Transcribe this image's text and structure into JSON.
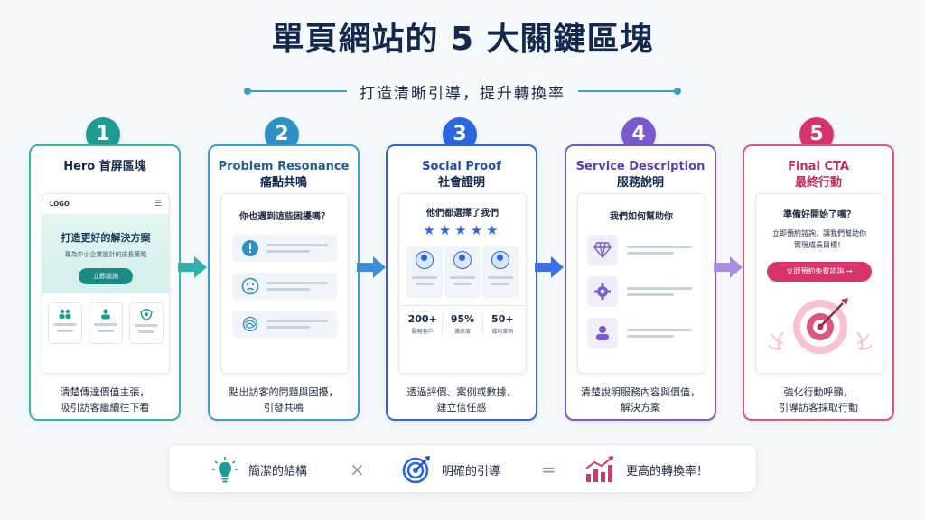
{
  "title": "單頁網站的 5 大關鍵區塊",
  "subtitle": "打造清晰引導，提升轉換率",
  "colors": {
    "teal": "#1e9c94",
    "sky": "#2b90c8",
    "blue": "#2a67e0",
    "purple": "#7a59cf",
    "pink": "#d8336b",
    "title": "#13284f"
  },
  "steps": [
    {
      "number": "1",
      "title_en": "Hero 首屏區塊",
      "title_zh": "",
      "caption": [
        "清楚傳達價值主張，",
        "吸引訪客繼續往下看"
      ],
      "mock": {
        "logo": "LOGO",
        "headline": "打造更好的解決方案",
        "subline": "專為中小企業設計的成長策略",
        "button": "立即諮詢",
        "icons": [
          "team-icon",
          "users-icon",
          "shield-heart-icon"
        ]
      }
    },
    {
      "number": "2",
      "title_en": "Problem Resonance",
      "title_zh": "痛點共鳴",
      "caption": [
        "點出訪客的問題與困擾，",
        "引發共鳴"
      ],
      "mock": {
        "question": "你也遇到這些困擾嗎？",
        "icons": [
          "alert-icon",
          "sad-face-icon",
          "tangle-icon"
        ]
      }
    },
    {
      "number": "3",
      "title_en": "Social Proof",
      "title_zh": "社會證明",
      "caption": [
        "透過評價、案例或數據，",
        "建立信任感"
      ],
      "mock": {
        "heading": "他們都選擇了我們",
        "stars": "★★★★★",
        "stats": [
          {
            "value": "200+",
            "label": "服務客戶"
          },
          {
            "value": "95%",
            "label": "滿意度"
          },
          {
            "value": "50+",
            "label": "成功案例"
          }
        ]
      }
    },
    {
      "number": "4",
      "title_en": "Service Description",
      "title_zh": "服務說明",
      "caption": [
        "清楚說明服務內容與價值，",
        "解決方案"
      ],
      "mock": {
        "heading": "我們如何幫助你",
        "icons": [
          "diamond-icon",
          "gear-icon",
          "person-icon"
        ]
      }
    },
    {
      "number": "5",
      "title_en": "Final CTA",
      "title_zh": "最終行動",
      "caption": [
        "強化行動呼籲，",
        "引導訪客採取行動"
      ],
      "mock": {
        "heading": "準備好開始了嗎？",
        "text": [
          "立即預約諮詢，讓我們幫助你",
          "實現成長目標！"
        ],
        "button": "立即預約免費諮詢 →"
      }
    }
  ],
  "formula": {
    "item1": "簡潔的結構",
    "op1": "×",
    "item2": "明確的引導",
    "op2": "=",
    "result": "更高的轉換率！"
  }
}
